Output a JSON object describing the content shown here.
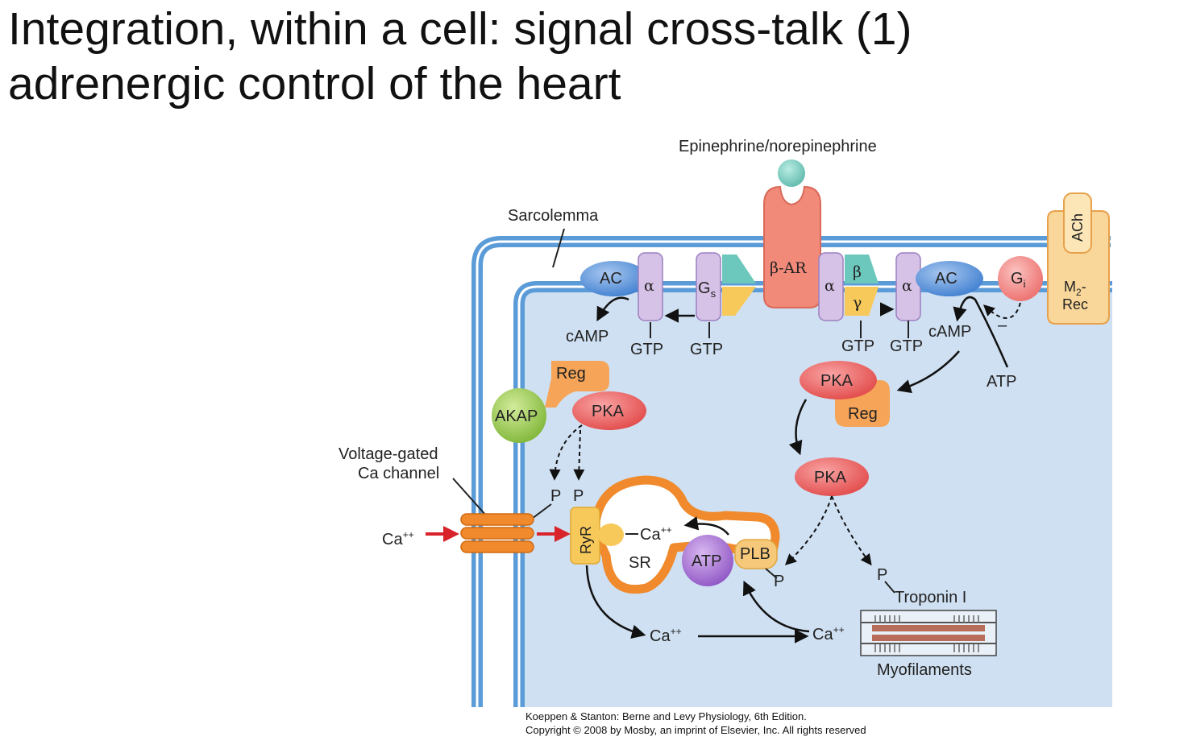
{
  "slide": {
    "title_line1": "Integration, within a cell: signal cross-talk (1)",
    "title_line2": "adrenergic control of the heart"
  },
  "diagram": {
    "labels": {
      "ligand": "Epinephrine/norepinephrine",
      "sarcolemma": "Sarcolemma",
      "beta_ar": "β-AR",
      "ach": "ACh",
      "m2_rec": "M",
      "m2_sub": "2",
      "m2_dash": "-",
      "rec": "Rec",
      "ac": "AC",
      "alpha": "α",
      "beta": "β",
      "gamma": "γ",
      "gs": "G",
      "gs_sub": "s",
      "gi": "G",
      "gi_sub": "i",
      "camp": "cAMP",
      "gtp": "GTP",
      "atp": "ATP",
      "pka": "PKA",
      "reg": "Reg",
      "akap": "AKAP",
      "vgcc_line1": "Voltage-gated",
      "vgcc_line2": "Ca channel",
      "ca": "Ca",
      "ca_sup": "++",
      "p": "P",
      "ryr": "RyR",
      "sr": "SR",
      "plb": "PLB",
      "troponin": "Troponin I",
      "myofilaments": "Myofilaments",
      "minus": "–"
    },
    "credit_line1": "Koeppen & Stanton: Berne and Levy Physiology, 6th Edition.",
    "credit_line2": "Copyright © 2008 by Mosby, an imprint of Elsevier, Inc. All rights reserved"
  },
  "colors": {
    "cytoplasm": "#cfe0f2",
    "membrane": "#5a9bd8",
    "ac": "#3f7fd0",
    "g_alpha": "#d6c2e6",
    "beta_ar": "#f28a7a",
    "gamma": "#f7c95a",
    "beta_sub": "#6cc8bd",
    "pka": "#e24a4a",
    "reg": "#f5a458",
    "akap": "#98c94d",
    "sr": "#f08a2c",
    "plb": "#f5c87a",
    "atp_sr": "#a36ad0",
    "receptor_m2": "#f9d79a",
    "gi": "#f07a78",
    "red_arrow": "#d9232b"
  }
}
